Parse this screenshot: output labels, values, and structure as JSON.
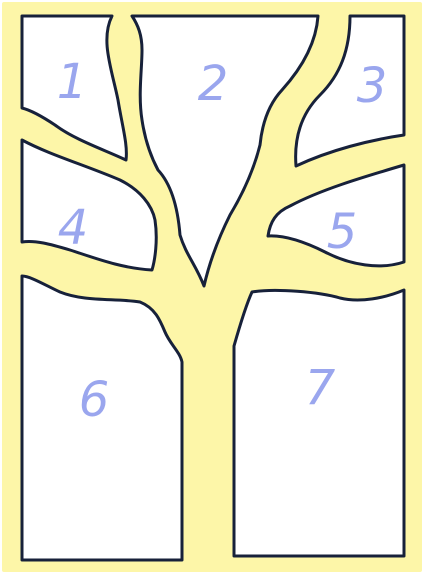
{
  "colors": {
    "background": "#ffffff",
    "frame": "#fdf6a8",
    "outline": "#17213a",
    "number": "#9aa6ee"
  },
  "regions": [
    {
      "id": "1",
      "label": "1"
    },
    {
      "id": "2",
      "label": "2"
    },
    {
      "id": "3",
      "label": "3"
    },
    {
      "id": "4",
      "label": "4"
    },
    {
      "id": "5",
      "label": "5"
    },
    {
      "id": "6",
      "label": "6"
    },
    {
      "id": "7",
      "label": "7"
    }
  ]
}
